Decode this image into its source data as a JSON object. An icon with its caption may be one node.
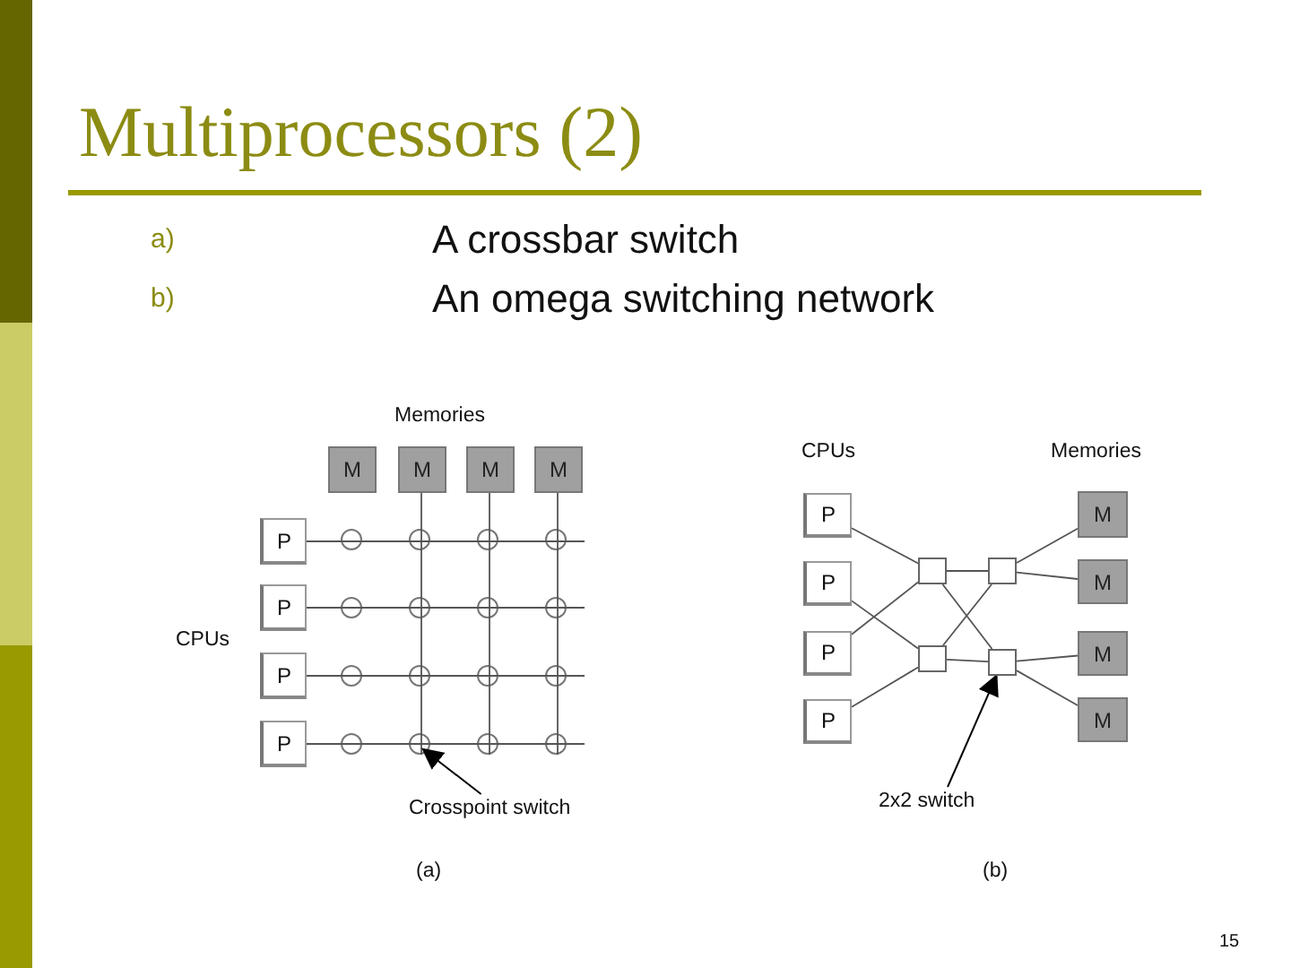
{
  "diagram": {
    "title": "Multiprocessors (2)",
    "nodes": [
      {
        "text": [
          "P"
        ]
      },
      {
        "text": [
          "P"
        ]
      },
      {
        "text": [
          "P"
        ]
      },
      {
        "text": [
          "P"
        ]
      },
      {
        "text": [
          "M"
        ]
      },
      {
        "text": [
          "M"
        ]
      },
      {
        "text": [
          "M"
        ]
      },
      {
        "text": [
          "M"
        ]
      },
      {
        "text": [
          "Crosspoint switch"
        ]
      },
      {
        "text": [
          "P"
        ]
      },
      {
        "text": [
          "P"
        ]
      },
      {
        "text": [
          "P"
        ]
      },
      {
        "text": [
          "P"
        ]
      },
      {
        "text": [],
        "shape": "box"
      },
      {
        "text": [],
        "shape": "box"
      },
      {
        "text": [],
        "shape": "box"
      },
      {
        "text": [],
        "shape": "box"
      },
      {
        "text": [
          "M"
        ]
      },
      {
        "text": [
          "M"
        ]
      },
      {
        "text": [
          "M"
        ]
      },
      {
        "text": [
          "M"
        ]
      },
      {
        "text": [
          "2x2 switch"
        ]
      }
    ],
    "edges": [
      {
        "from": 0,
        "to": null,
        "arrow": "none"
      },
      {
        "from": 1,
        "to": null,
        "arrow": "none"
      },
      {
        "from": 2,
        "to": null,
        "arrow": "none"
      },
      {
        "from": 3,
        "to": null,
        "arrow": "none"
      },
      {
        "from": 5,
        "to": null,
        "arrow": "none"
      },
      {
        "from": 6,
        "to": null,
        "arrow": "none"
      },
      {
        "from": 7,
        "to": null,
        "arrow": "none"
      },
      {
        "from": 8,
        "to": null,
        "arrow": "to"
      },
      {
        "from": 9,
        "to": 13,
        "arrow": "none"
      },
      {
        "from": 10,
        "to": 15,
        "arrow": "none"
      },
      {
        "from": 11,
        "to": 13,
        "arrow": "none"
      },
      {
        "from": 12,
        "to": 15,
        "arrow": "none"
      },
      {
        "from": 13,
        "to": 14,
        "arrow": "none"
      },
      {
        "from": 13,
        "to": 16,
        "arrow": "none"
      },
      {
        "from": 15,
        "to": 14,
        "arrow": "none"
      },
      {
        "from": 15,
        "to": 16,
        "arrow": "none"
      },
      {
        "from": 14,
        "to": 17,
        "arrow": "none"
      },
      {
        "from": 14,
        "to": 18,
        "arrow": "none"
      },
      {
        "from": 16,
        "to": 19,
        "arrow": "none"
      },
      {
        "from": 16,
        "to": 20,
        "arrow": "none"
      },
      {
        "from": 21,
        "to": 16,
        "arrow": "to"
      }
    ],
    "labels": [
      "a)",
      "A crossbar switch",
      "b)",
      "An omega switching network",
      "Memories",
      "CPUs",
      "(a)",
      "CPUs",
      "Memories",
      "(b)",
      "15"
    ]
  }
}
